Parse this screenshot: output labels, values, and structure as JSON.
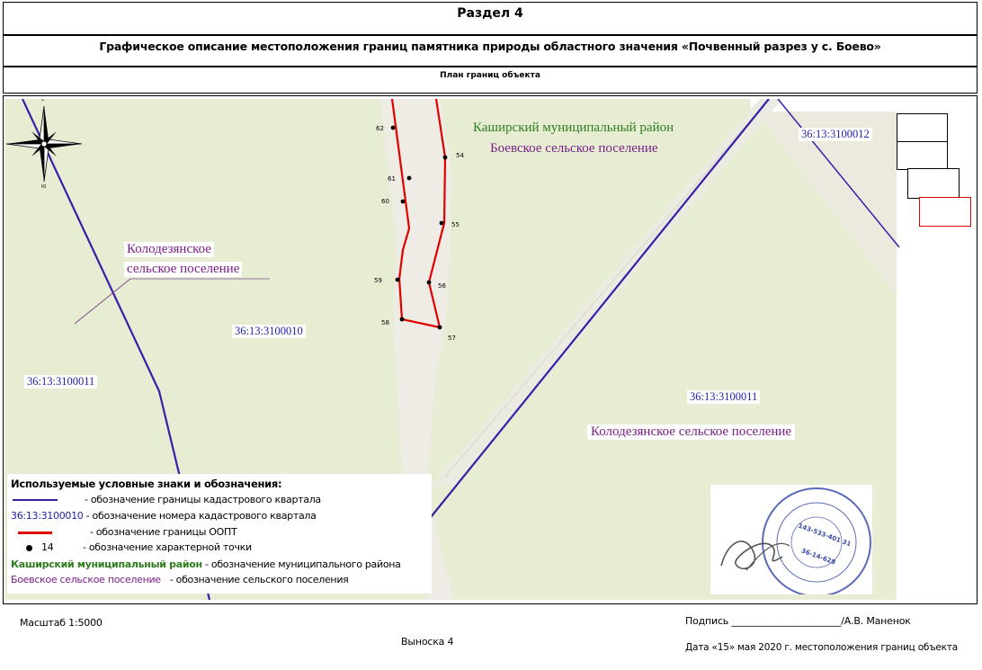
{
  "header": {
    "section": "Раздел 4",
    "title": "Графическое описание местоположения границ памятника природы областного значения «Почвенный разрез у с. Боево»",
    "subtitle": "План границ объекта"
  },
  "compass": {
    "north": "С",
    "south": "Ю"
  },
  "map_labels": {
    "district": "Каширский муниципальный район",
    "settlement_boevo": "Боевское сельское поселение",
    "settlement_kolod_1": "Колодезянское",
    "settlement_kolod_2": "сельское поселение",
    "settlement_kolod_full": "Колодезянское сельское поселение",
    "cadastral_10": "36:13:3100010",
    "cadastral_11_left": "36:13:3100011",
    "cadastral_11_right": "36:13:3100011",
    "cadastral_12": "36:13:3100012"
  },
  "points": [
    {
      "id": "62"
    },
    {
      "id": "54"
    },
    {
      "id": "61"
    },
    {
      "id": "60"
    },
    {
      "id": "55"
    },
    {
      "id": "59"
    },
    {
      "id": "56"
    },
    {
      "id": "58"
    },
    {
      "id": "57"
    }
  ],
  "legend": {
    "title": "Используемые условные знаки и обозначения:",
    "row1": "- обозначение границы кадастрового квартала",
    "row2_code": "36:13:3100010",
    "row2": " - обозначение номера кадастрового квартала",
    "row3": "- обозначение границы ООПТ",
    "row4_num": "14",
    "row4": "- обозначение характерной точки",
    "row5_name": "Каширский  муниципальный район",
    "row5": " - обозначение муниципального района",
    "row6_name": "Боевское сельское поселение",
    "row6": "- обозначение сельского поселения"
  },
  "stamp": {
    "lines": [
      "143-533-401 31",
      "36-14-628"
    ]
  },
  "footer": {
    "scale": "Масштаб 1:5000",
    "callout": "Выноска 4",
    "signature": "Подпись _______________________/А.В. Маненок",
    "date": "Дата «15» мая 2020 г. местоположения границ объекта"
  },
  "colors": {
    "cadastral_line": "#3a1ea8",
    "oopt_line": "#e00000",
    "map_bg": "#e6edd3",
    "road": "#e8e6dc",
    "district_label": "#2f7d1e",
    "settlement_label": "#7a1e87",
    "cadastral_label": "#1f1fae"
  }
}
